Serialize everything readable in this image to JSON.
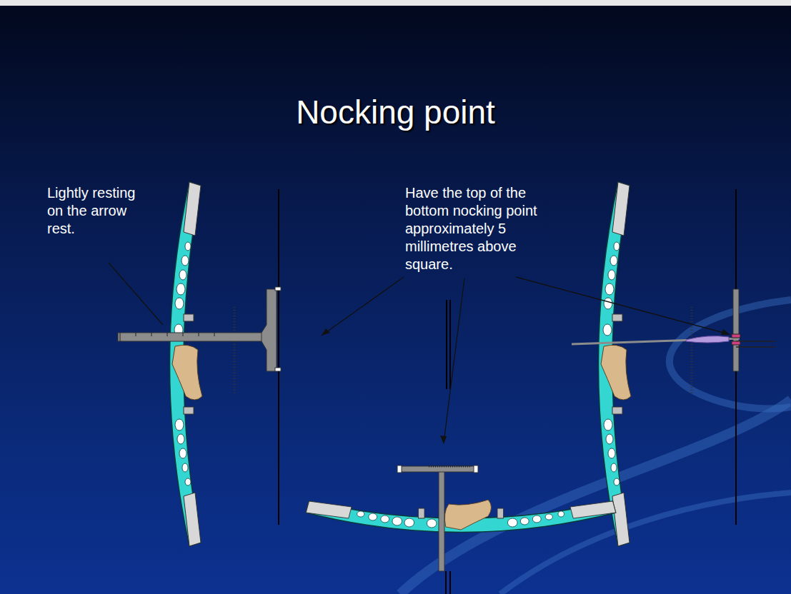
{
  "diagram": {
    "title": "Nocking point",
    "labels": [
      "Lightly resting on the arrow rest.",
      "Have the top of the bottom nocking point approximately 5 millimetres above square."
    ]
  }
}
